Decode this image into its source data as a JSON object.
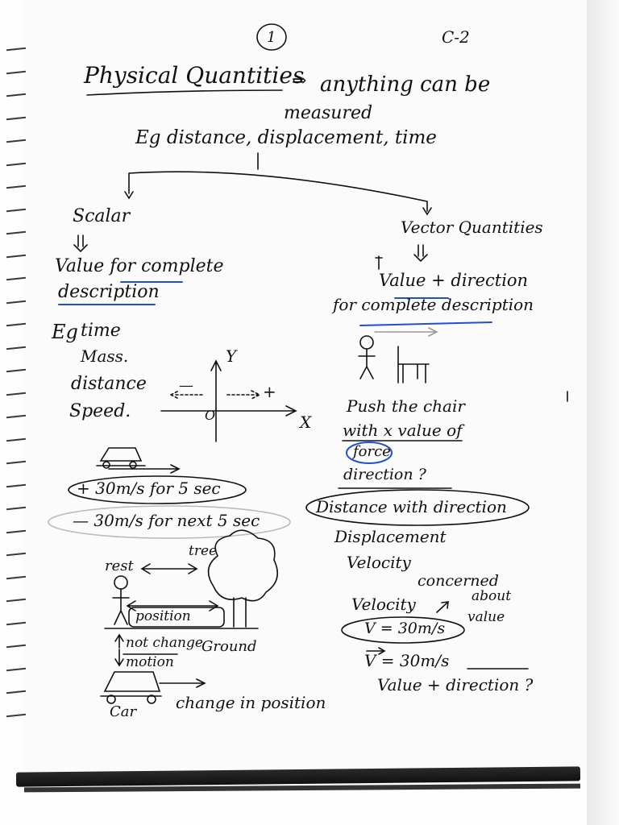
{
  "page": {
    "number": "1",
    "code": "C-2"
  },
  "notes": {
    "title": "Physical Quantities",
    "arrow": "⇒",
    "definition": "anything can be",
    "definition2": "measured",
    "example_line": "Eg distance, displacement, time",
    "scalar": {
      "heading": "Scalar",
      "desc1": "Value for complete",
      "desc2": "description",
      "eg": "Eg",
      "items": [
        "time",
        "Mass.",
        "distance",
        "Speed."
      ],
      "car_text1": "+ 30m/s for 5 sec",
      "car_text2": "— 30m/s for next 5 sec"
    },
    "vector": {
      "heading": "Vector Quantities",
      "desc1": "Value + direction",
      "desc2": "for complete description",
      "push1": "Push the chair",
      "push2": "with x value of",
      "force": "force",
      "direction_q": "direction ?",
      "dist_dir": "Distance with direction",
      "displacement": "Displacement",
      "velocity": "Velocity",
      "concerned": "concerned",
      "about": "about",
      "value": "value",
      "velocity2": "Velocity",
      "v1": "V = 30m/s",
      "v2": "V = 30m/s",
      "value_dir": "Value + direction ?"
    },
    "axes": {
      "y": "Y",
      "x": "X",
      "origin": "O",
      "minus": "—",
      "plus": "+"
    },
    "motion": {
      "rest": "rest",
      "tree": "tree",
      "position": "position",
      "not_change": "not change",
      "ground": "Ground",
      "motion": "motion",
      "car": "Car",
      "change": "change in position"
    }
  }
}
